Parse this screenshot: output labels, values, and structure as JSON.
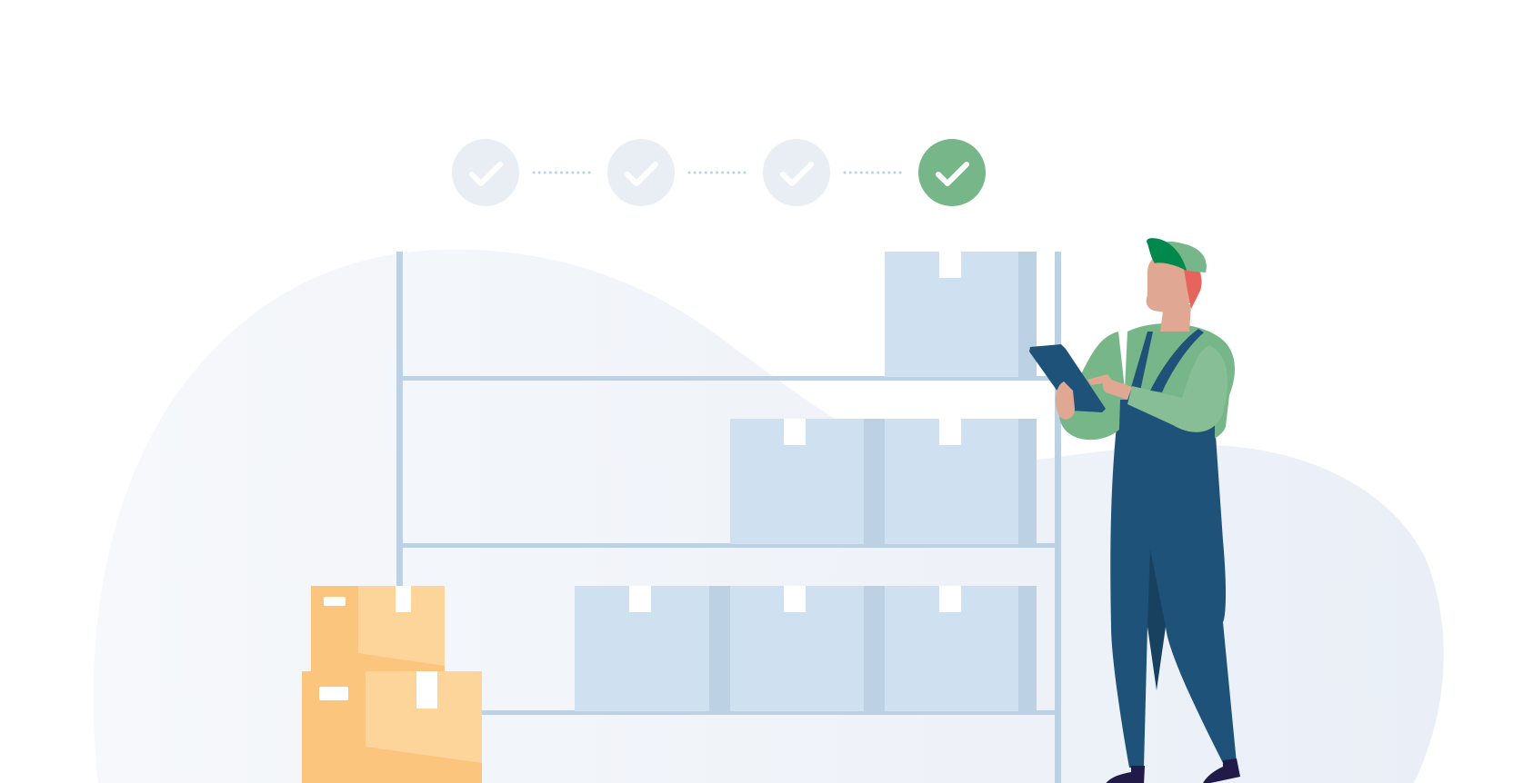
{
  "steps": [
    {
      "state": "done"
    },
    {
      "state": "done"
    },
    {
      "state": "done"
    },
    {
      "state": "active"
    }
  ],
  "colors": {
    "step_inactive": "#e9eef5",
    "step_active": "#76b689",
    "step_connector": "#bcd3e6",
    "blob": "#edf2f8",
    "shelf": "#bcd1e3",
    "box_front": "#cfe1f0",
    "box_side": "#bcd1e3",
    "box_tape": "#ffffff",
    "cardboard_dark": "#fbc57e",
    "cardboard_light": "#fdd59b",
    "overall": "#1f5278",
    "overall_dark": "#18405f",
    "shirt": "#76b689",
    "shirt_light": "#88be96",
    "skin": "#e0a893",
    "hair": "#e6645c",
    "cap": "#00884d",
    "shoe": "#221a48",
    "clipboard": "#1f5278"
  }
}
